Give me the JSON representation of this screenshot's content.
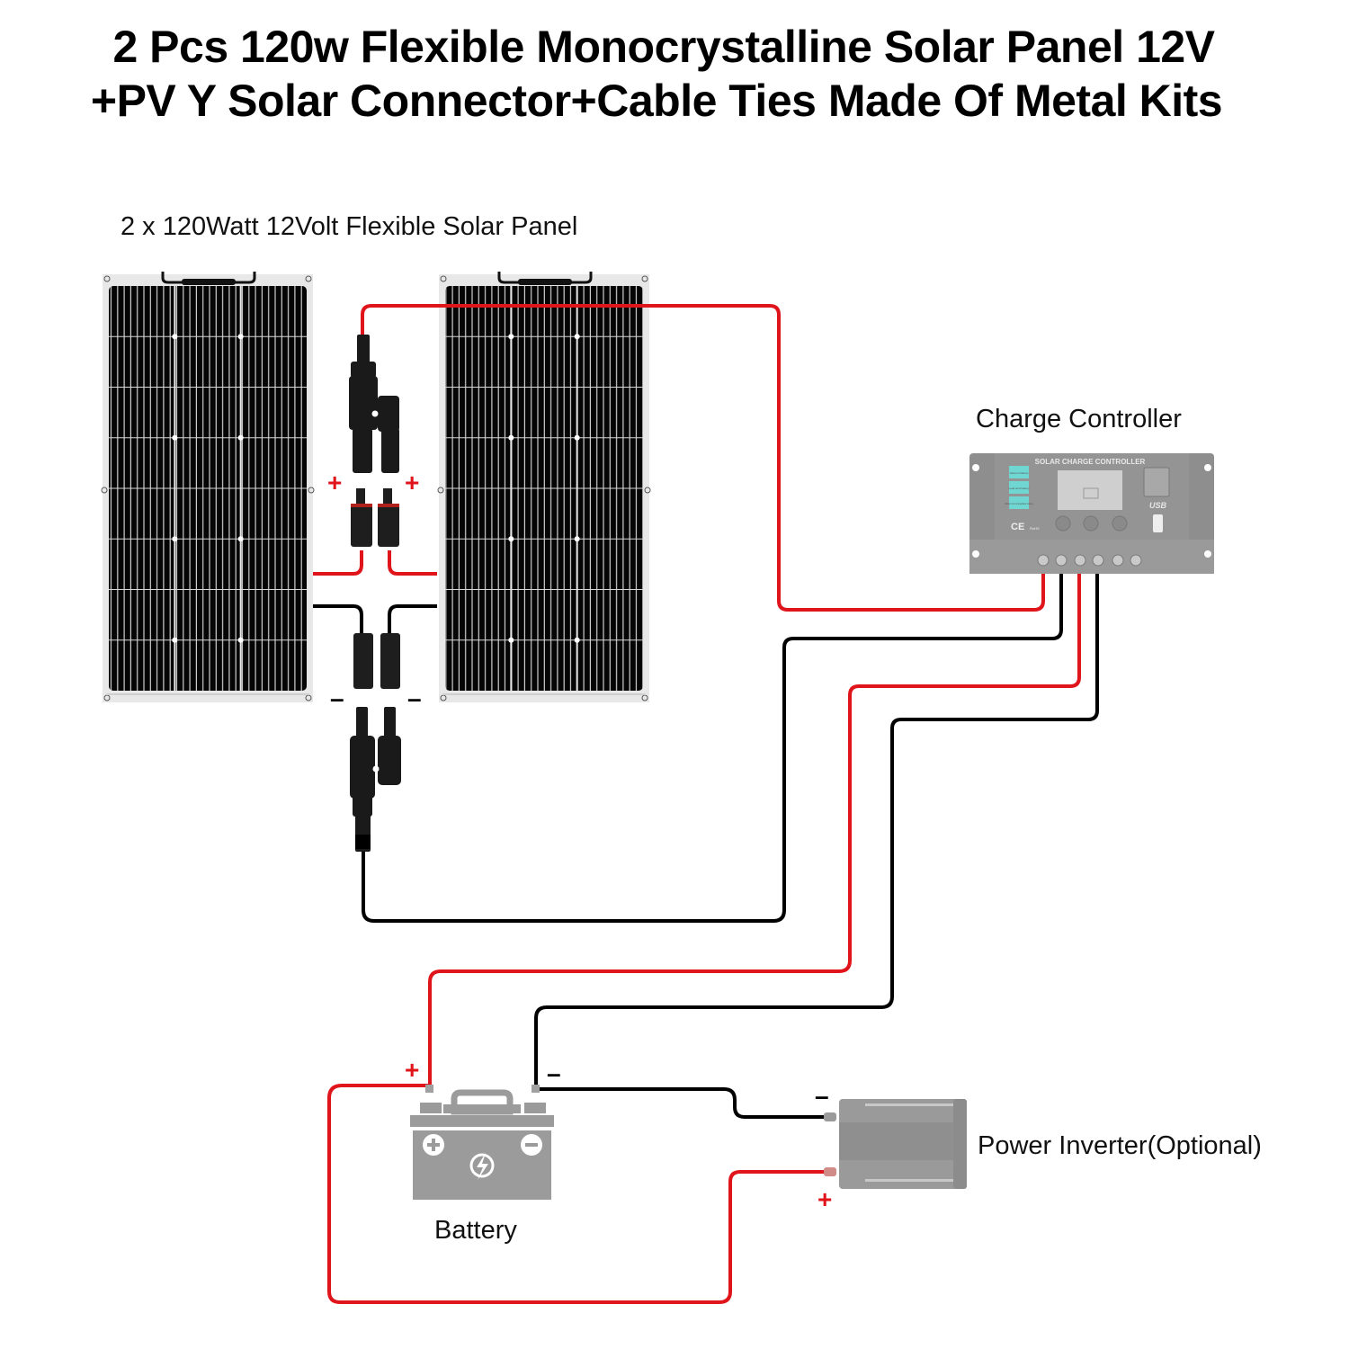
{
  "title": {
    "line1": "2 Pcs 120w Flexible Monocrystalline Solar Panel 12V",
    "line2": "+PV Y Solar Connector+Cable Ties Made Of Metal Kits"
  },
  "labels": {
    "panels": "2 x 120Watt 12Volt Flexible Solar Panel",
    "charge_controller": "Charge Controller",
    "battery": "Battery",
    "inverter": "Power Inverter(Optional)"
  },
  "controller": {
    "header": "SOLAR CHARGE CONTROLLER",
    "usb_label": "USB",
    "ce_mark": "CE",
    "rohs_mark": "RoHS",
    "battery_modes": [
      "Vacuum battery",
      "Lead acid battery",
      "Lithium iron phosphate battery"
    ]
  },
  "polarity": {
    "plus": "+",
    "minus": "–"
  },
  "colors": {
    "positive_wire": "#e0141b",
    "negative_wire": "#000000",
    "device_gray": "#9b9b9b",
    "panel_cell": "#050505",
    "panel_frame": "#e8e8e8",
    "controller_body": "#8e8e8e",
    "controller_mode_tile": "#6fd6d2"
  },
  "icons": {
    "battery_plus": "plus-circle-icon",
    "battery_minus": "minus-circle-icon",
    "battery_bolt": "lightning-bolt-icon",
    "phone": "smartphone-icon"
  }
}
